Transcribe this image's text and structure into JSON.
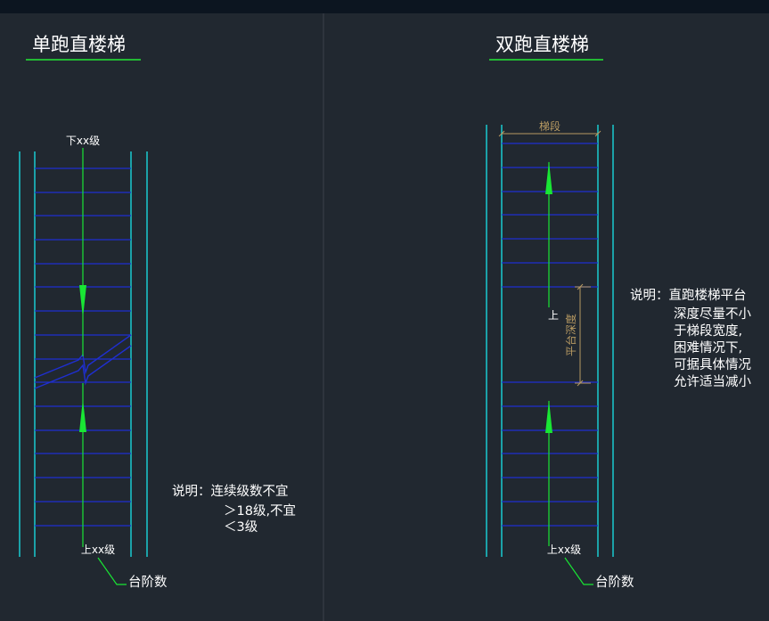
{
  "colors": {
    "background": "#212830",
    "top_band": "#0c1520",
    "divider": "#3a414a",
    "wall": "#19d6dc",
    "tread": "#1f2fd0",
    "arrow": "#19e634",
    "dimension": "#b89a62",
    "title_underline": "#23b934",
    "text": "#ffffff"
  },
  "left": {
    "title": "单跑直楼梯",
    "top_label": "下xx级",
    "bottom_label": "上xx级",
    "leader_label": "台阶数",
    "note_line1": "说明：连续级数不宜",
    "note_line2": "＞18级,不宜",
    "note_line3": "＜3级"
  },
  "right": {
    "title": "双跑直楼梯",
    "dim_width_label": "梯段",
    "dim_landing_label": "平台深度",
    "mid_label": "上",
    "bottom_label": "上xx级",
    "leader_label": "台阶数",
    "note_line1": "说明：直跑楼梯平台",
    "note_line2": "深度尽量不小",
    "note_line3": "于梯段宽度,",
    "note_line4": "困难情况下,",
    "note_line5": "可据具体情况",
    "note_line6": "允许适当减小"
  }
}
